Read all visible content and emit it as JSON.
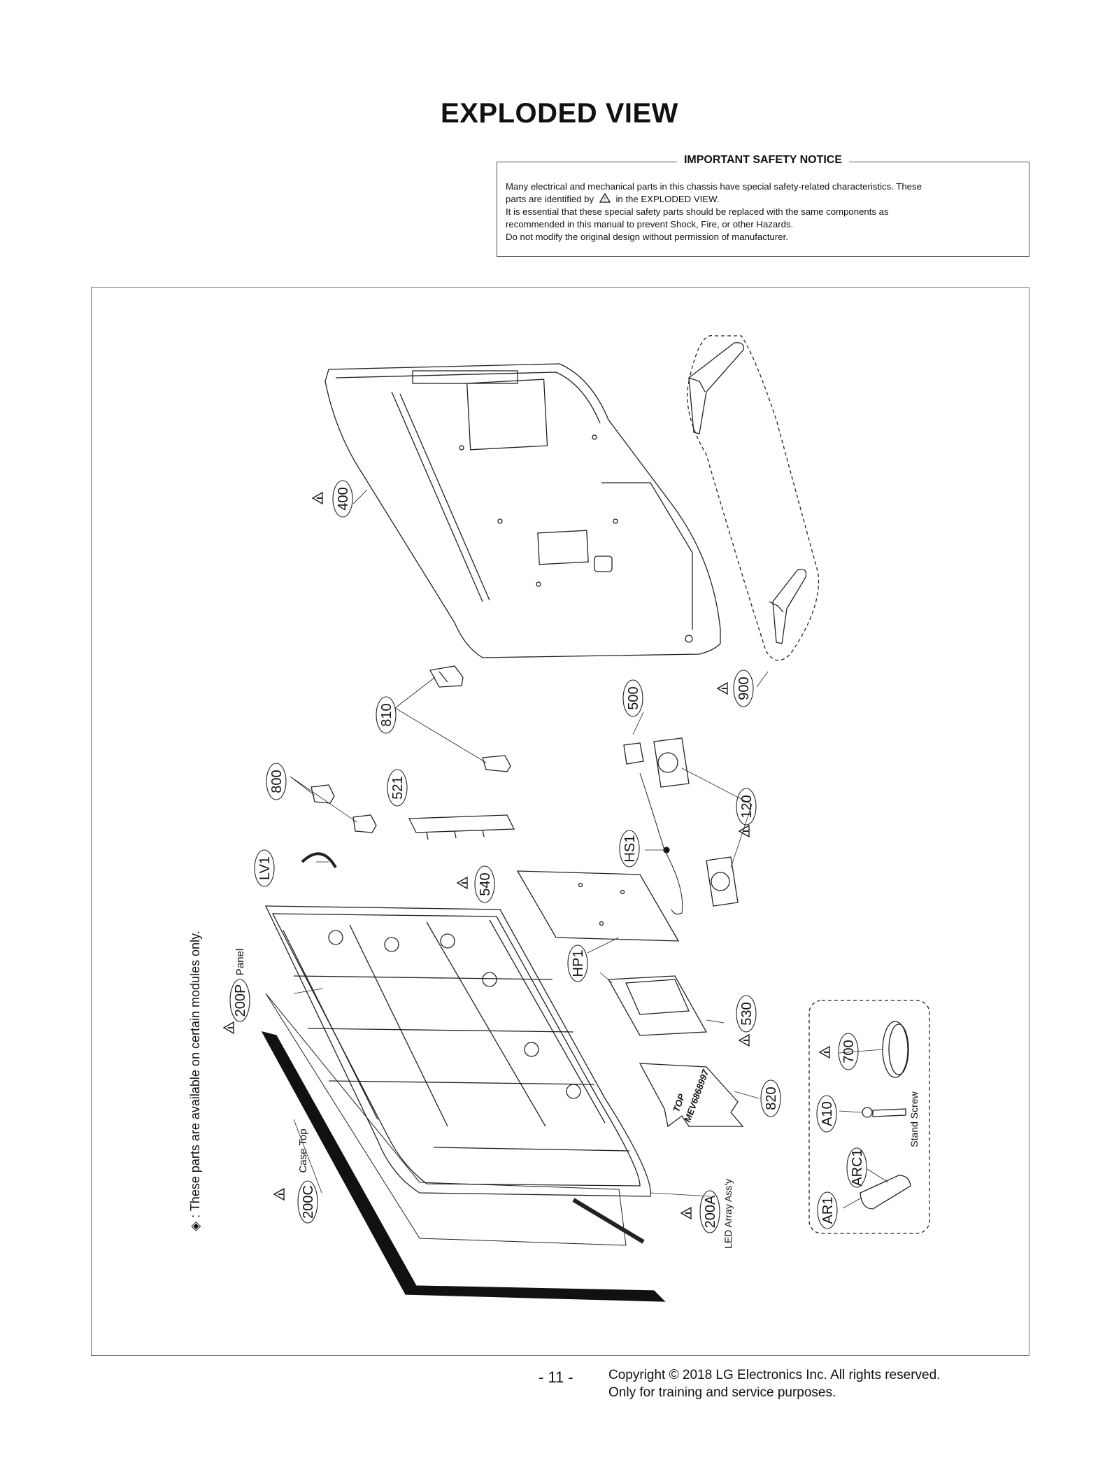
{
  "title": "EXPLODED VIEW",
  "notice": {
    "heading": "IMPORTANT SAFETY NOTICE",
    "line1": "Many electrical and mechanical parts in this chassis have special safety-related characteristics. These",
    "line2_pre": "parts are identified by",
    "line2_post": "in the EXPLODED VIEW.",
    "line3": "It is essential that these special safety parts should be replaced with the same components as",
    "line4": "recommended in this manual to prevent Shock, Fire, or other Hazards.",
    "line5": "Do not modify the original design without permission of manufacturer."
  },
  "parts": {
    "p400": "400",
    "p900": "900",
    "p810": "810",
    "p500": "500",
    "p800": "800",
    "p521": "521",
    "p120": "120",
    "hs1": "HS1",
    "lv1": "LV1",
    "p540": "540",
    "hp1": "HP1",
    "p200p": "200P",
    "panel": "Panel",
    "p530": "530",
    "p700": "700",
    "p820": "820",
    "a10": "A10",
    "stand_screw": "Stand Screw",
    "arc1": "ARC1",
    "ar1": "AR1",
    "p200c": "200C",
    "case_top": "Case Top",
    "p200a": "200A",
    "led_array": "LED Array Ass'y"
  },
  "side_note": "◈ : These parts are available on certain modules only.",
  "pcb_labels": {
    "top": "TOP",
    "code": "MEV6868997"
  },
  "footer": {
    "page": "- 11 -",
    "copyright": "Copyright © 2018 LG Electronics Inc. All rights reserved.",
    "training": "Only for training and service purposes."
  },
  "colors": {
    "line": "#222222",
    "text": "#111111"
  }
}
